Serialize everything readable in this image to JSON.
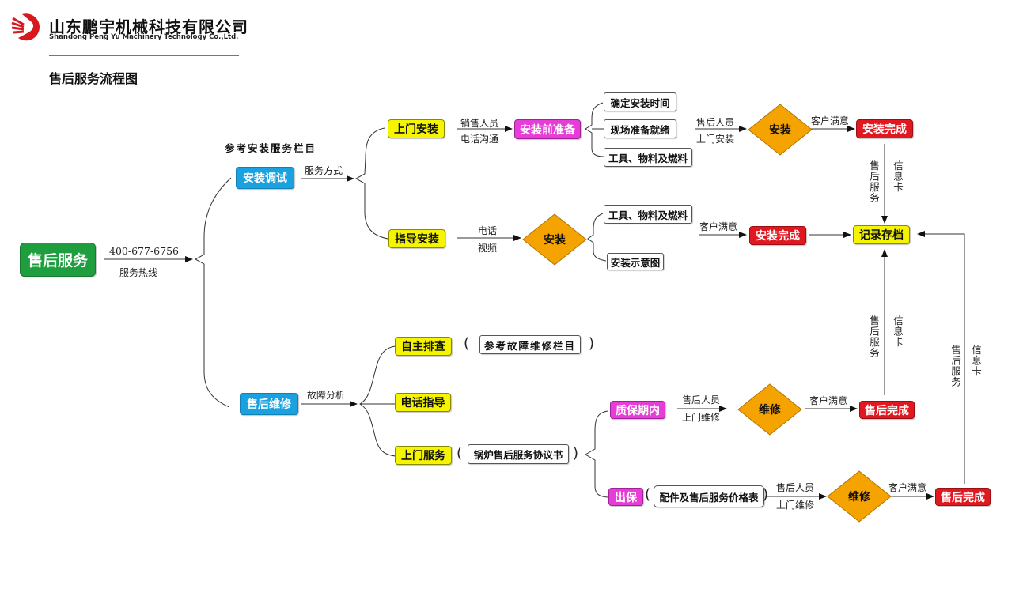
{
  "header": {
    "company_cn": "山东鹏宇机械科技有限公司",
    "company_en": "Shandong Peng Yu Machinery Technology Co.,Ltd.",
    "logo_icon": "bird-in-red-circle-logo",
    "page_title": "售后服务流程图"
  },
  "colors": {
    "root": "#1e9e3e",
    "category": "#1aa1e0",
    "method": "#f5f500",
    "stage": "#e63dd6",
    "complete": "#e0181f",
    "decision": "#f5a300"
  },
  "root": {
    "label": "售后服务",
    "hotline_number": "400-677-6756",
    "hotline_label": "服务热线"
  },
  "install": {
    "section_heading": "参考安装服务栏目",
    "label": "安装调试",
    "edge_label": "服务方式",
    "onsite": {
      "label": "上门安装",
      "edge_top": "销售人员",
      "edge_bottom": "电话沟通",
      "prep": "安装前准备",
      "prep_items": [
        "确定安装时间",
        "现场准备就绪",
        "工具、物料及燃料"
      ],
      "to_decision_top": "售后人员",
      "to_decision_bottom": "上门安装",
      "decision": "安装",
      "satisfied": "客户满意",
      "complete": "安装完成",
      "to_archive_left": "售后服务",
      "to_archive_right": "信息卡"
    },
    "guided": {
      "label": "指导安装",
      "edge_top": "电话",
      "edge_bottom": "视频",
      "decision": "安装",
      "items": [
        "工具、物料及燃料",
        "安装示意图"
      ],
      "satisfied": "客户满意",
      "complete": "安装完成"
    },
    "archive": "记录存档"
  },
  "repair": {
    "label": "售后维修",
    "edge_label": "故障分析",
    "self_check": {
      "label": "自主排查",
      "ref": "参考故障维修栏目"
    },
    "phone": {
      "label": "电话指导"
    },
    "onsite": {
      "label": "上门服务",
      "ref": "锅炉售后服务协议书"
    },
    "warranty": {
      "label": "质保期内",
      "edge_top": "售后人员",
      "edge_bottom": "上门维修",
      "decision": "维修",
      "satisfied": "客户满意",
      "complete": "售后完成",
      "to_archive_left": "售后服务",
      "to_archive_right": "信息卡"
    },
    "out_of_warranty": {
      "label": "出保",
      "ref": "配件及售后服务价格表",
      "edge_top": "售后人员",
      "edge_bottom": "上门维修",
      "decision": "维修",
      "satisfied": "客户满意",
      "complete": "售后完成",
      "to_archive_left": "售后服务",
      "to_archive_right": "信息卡"
    }
  }
}
